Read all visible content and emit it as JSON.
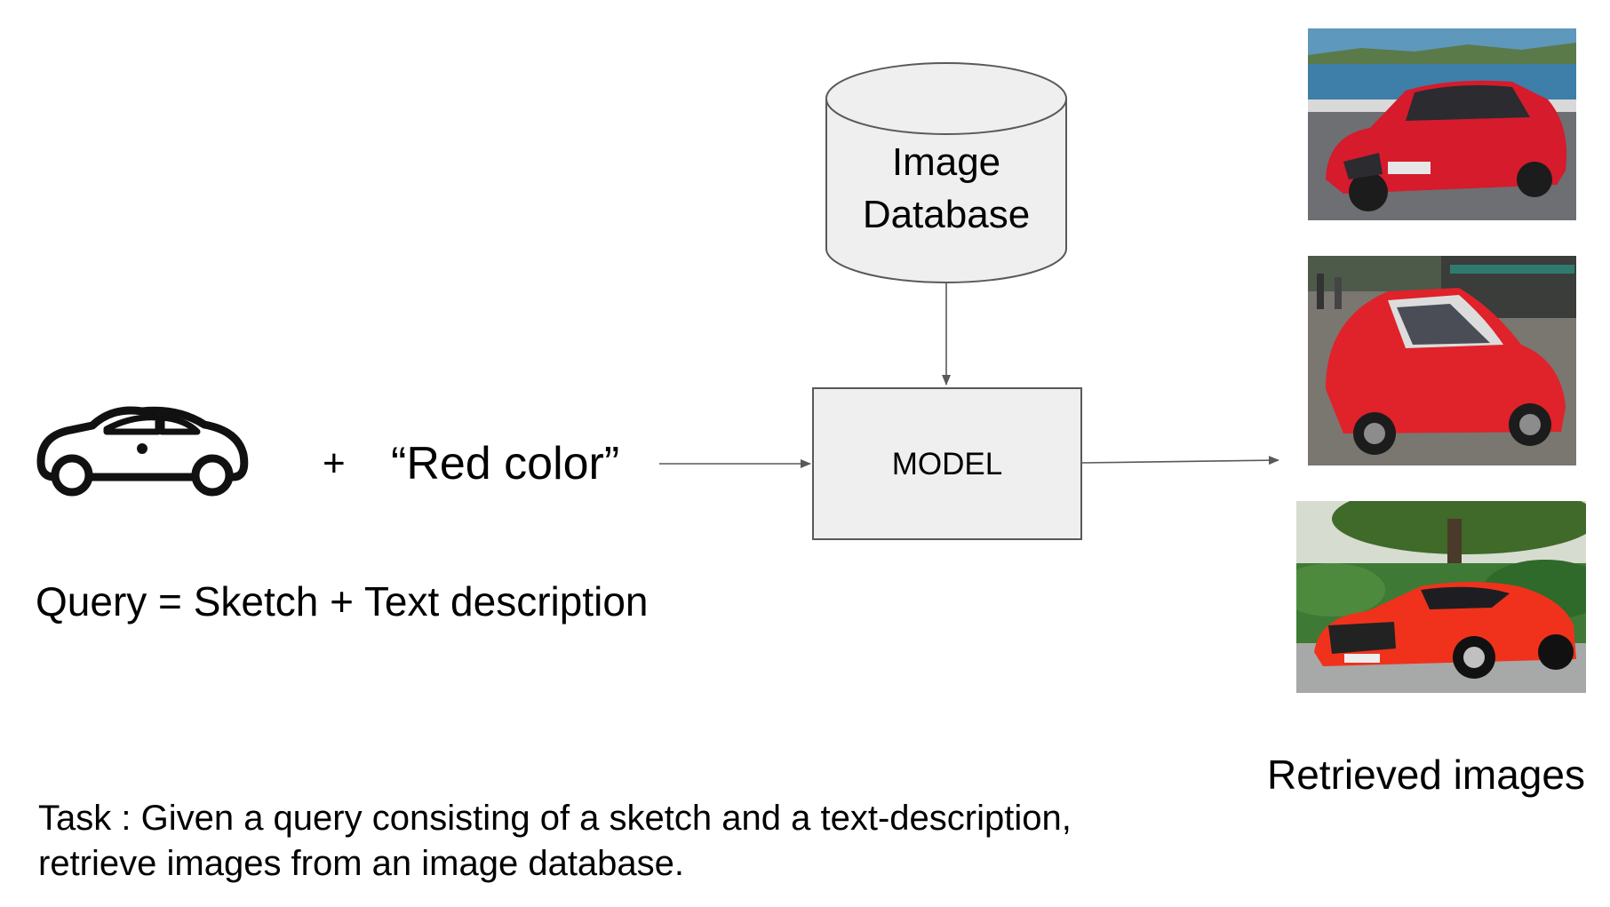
{
  "database": {
    "label_line1": "Image",
    "label_line2": "Database"
  },
  "model": {
    "label": "MODEL"
  },
  "query": {
    "plus": "+",
    "text": "“Red color”",
    "formula": "Query = Sketch + Text description",
    "sketch_icon": "car-sketch-icon"
  },
  "output": {
    "label": "Retrieved images",
    "images": [
      {
        "name": "retrieved-image-1",
        "color": "#d51b2c"
      },
      {
        "name": "retrieved-image-2",
        "color": "#e0222a"
      },
      {
        "name": "retrieved-image-3",
        "color": "#f0321c"
      }
    ]
  },
  "task": {
    "line1": "Task : Given a query consisting of a sketch and a text-description,",
    "line2": "retrieve images from an image database."
  },
  "colors": {
    "box_fill": "#efefef",
    "stroke": "#595959",
    "arrow": "#595959"
  }
}
